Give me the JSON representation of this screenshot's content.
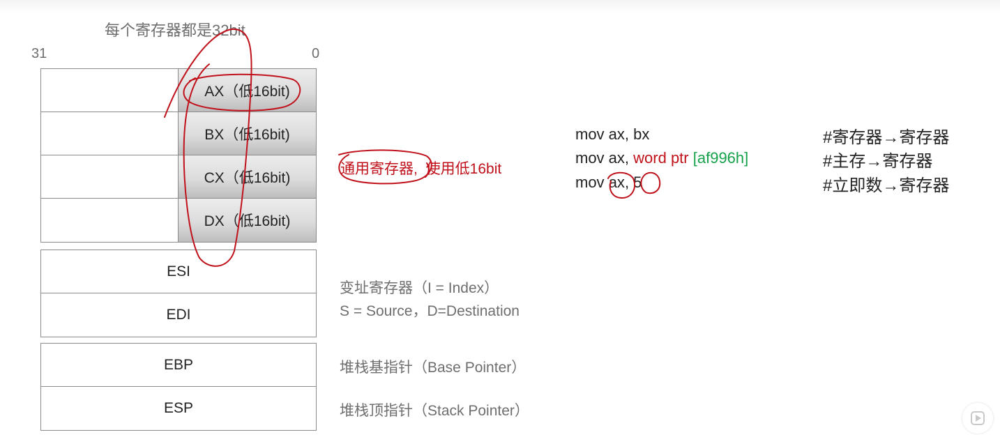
{
  "slide": {
    "title": "每个寄存器都是32bit",
    "bit_high": "31",
    "bit_low": "0"
  },
  "general_registers": [
    {
      "name": "AX（低16bit)"
    },
    {
      "name": "BX（低16bit)"
    },
    {
      "name": "CX（低16bit)"
    },
    {
      "name": "DX（低16bit)"
    }
  ],
  "index_registers": [
    "ESI",
    "EDI"
  ],
  "pointer_registers": [
    "EBP",
    "ESP"
  ],
  "notes": {
    "general_circled": "通用寄存器,",
    "general_rest": "使用低16bit",
    "index_line1": "变址寄存器（I = Index）",
    "index_line2": "S = Source，D=Destination",
    "ebp": "堆栈基指针（Base Pointer）",
    "esp": "堆栈顶指针（Stack Pointer）"
  },
  "code": [
    {
      "instr": "mov ax, bx",
      "comment": "#寄存器→寄存器"
    },
    {
      "instr_prefix": "mov ax, ",
      "instr_red": "word ptr",
      "instr_green": "[af996h]",
      "comment": "#主存→寄存器"
    },
    {
      "instr_prefix": "mov ",
      "instr_op1": "ax",
      "instr_sep": ", ",
      "instr_op2": "5",
      "comment": "#立即数→寄存器"
    }
  ],
  "colors": {
    "annotation_red": "#c0111b",
    "highlight_green": "#14a14a",
    "gray_text": "#6e6e6e"
  },
  "icons": {
    "play": "play-icon"
  }
}
